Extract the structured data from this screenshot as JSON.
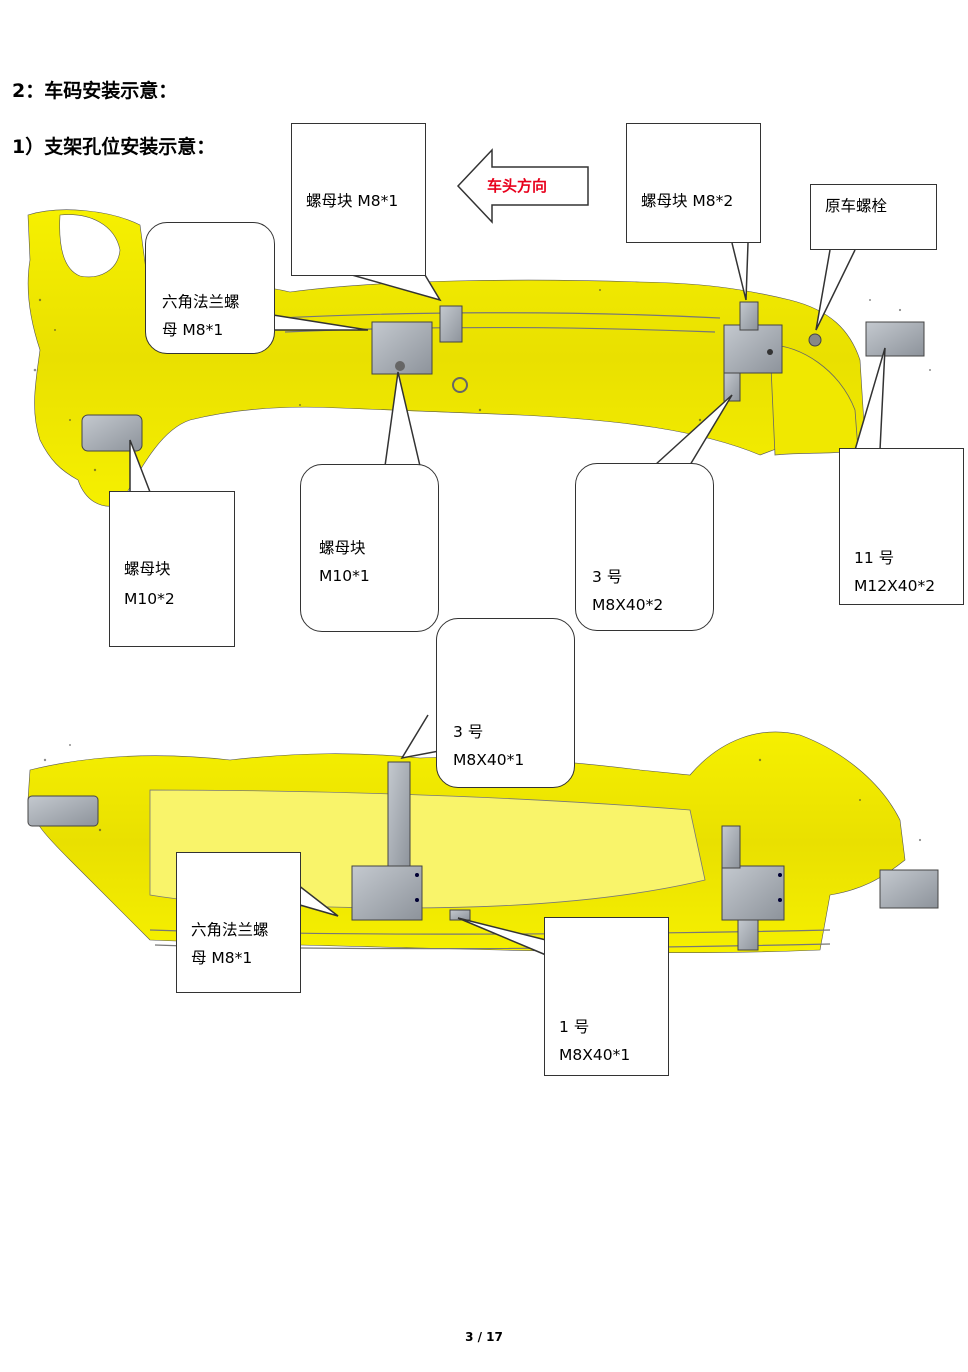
{
  "section_title": "2：车码安装示意：",
  "subsection_title": "1）支架孔位安装示意：",
  "direction_label": "车头方向",
  "callouts": {
    "nut_block_m8_1": "螺母块 M8*1",
    "nut_block_m8_2": "螺母块 M8*2",
    "original_bolt": "原车螺栓",
    "hex_flange_nut_top_line1": "六角法兰螺",
    "hex_flange_nut_top_line2": "母 M8*1",
    "nut_block_m10_2_line1": "螺母块",
    "nut_block_m10_2_line2": "M10*2",
    "nut_block_m10_1_line1": "螺母块",
    "nut_block_m10_1_line2": "M10*1",
    "bolt3_top_line1": "3 号",
    "bolt3_top_line2": "M8X40*2",
    "bolt11_line1": "11 号",
    "bolt11_line2": "M12X40*2",
    "bolt3_bottom_line1": "3 号",
    "bolt3_bottom_line2": "M8X40*1",
    "hex_flange_nut_bottom_line1": "六角法兰螺",
    "hex_flange_nut_bottom_line2": "母 M8*1",
    "bolt1_line1": "1 号",
    "bolt1_line2": "M8X40*1"
  },
  "page_number": "3 / 17",
  "colors": {
    "chassis": "#f2ec00",
    "part_gray": "#9aa0a8",
    "arrow_red": "#e8001c"
  }
}
